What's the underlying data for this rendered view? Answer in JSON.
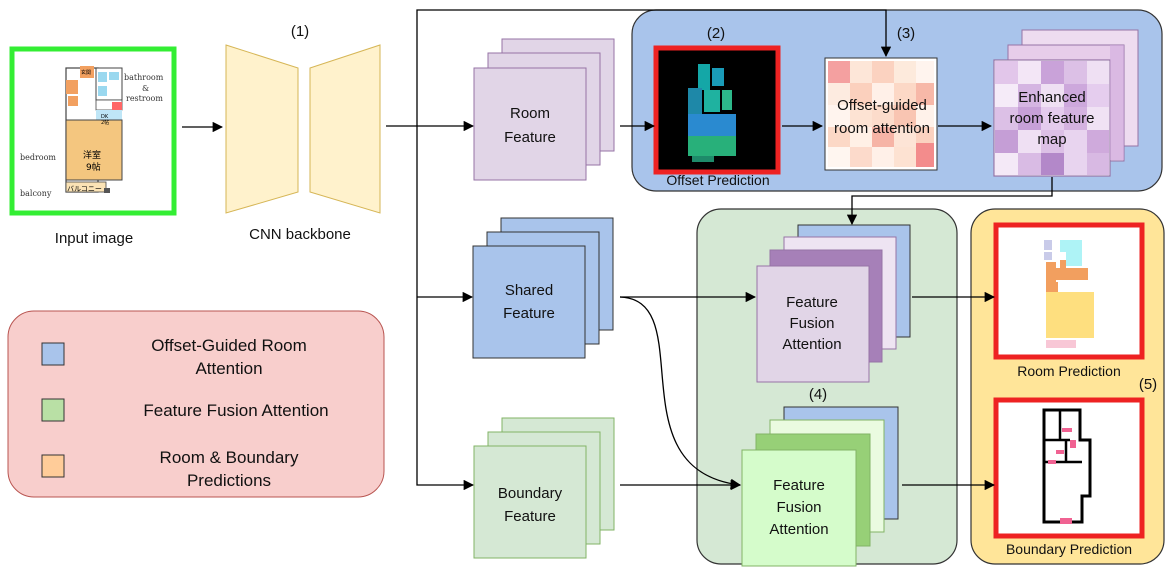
{
  "colors": {
    "room_feature": "#e1d5e7",
    "shared_feature": "#a9c4eb",
    "boundary_feature": "#d5e8d4",
    "offset_panel": "#a9c4eb",
    "fusion_panel": "#d5e8d4",
    "prediction_panel": "#ffe599",
    "backbone": "#fff2cc",
    "legend_box": "#f8cecc",
    "input_border": "#33ee33",
    "prediction_border": "#ee2222"
  },
  "labels": {
    "step1": "(1)",
    "step2": "(2)",
    "step3": "(3)",
    "step4": "(4)",
    "step5": "(5)",
    "input_image": "Input image",
    "cnn_backbone": "CNN backbone",
    "room_feature_1": "Room",
    "room_feature_2": "Feature",
    "shared_feature_1": "Shared",
    "shared_feature_2": "Feature",
    "boundary_feature_1": "Boundary",
    "boundary_feature_2": "Feature",
    "offset_prediction": "Offset Prediction",
    "offset_attention_1": "Offset-guided",
    "offset_attention_2": "room attention",
    "enhanced_1": "Enhanced",
    "enhanced_2": "room feature",
    "enhanced_3": "map",
    "fusion_top_1": "Feature",
    "fusion_top_2": "Fusion",
    "fusion_top_3": "Attention",
    "fusion_bottom_1": "Feature",
    "fusion_bottom_2": "Fusion",
    "fusion_bottom_3": "Attention",
    "room_prediction": "Room Prediction",
    "boundary_prediction": "Boundary Prediction"
  },
  "floorplan_labels": {
    "bathroom": "bathroom",
    "amp": "&",
    "restroom": "restroom",
    "bedroom": "bedroom",
    "balcony": "balcony",
    "room_jp_1": "洋室",
    "room_jp_2": "9帖",
    "balcony_jp": "バルコニー",
    "dk_1": "DK",
    "dk_2": "2帖",
    "entrance_jp": "玄関"
  },
  "legend": [
    {
      "label_1": "Offset-Guided Room",
      "label_2": "Attention",
      "color": "#a9c4eb"
    },
    {
      "label_1": "Feature Fusion Attention",
      "label_2": "",
      "color": "#b9e0a5"
    },
    {
      "label_1": "Room & Boundary",
      "label_2": "Predictions",
      "color": "#ffcc99"
    }
  ]
}
